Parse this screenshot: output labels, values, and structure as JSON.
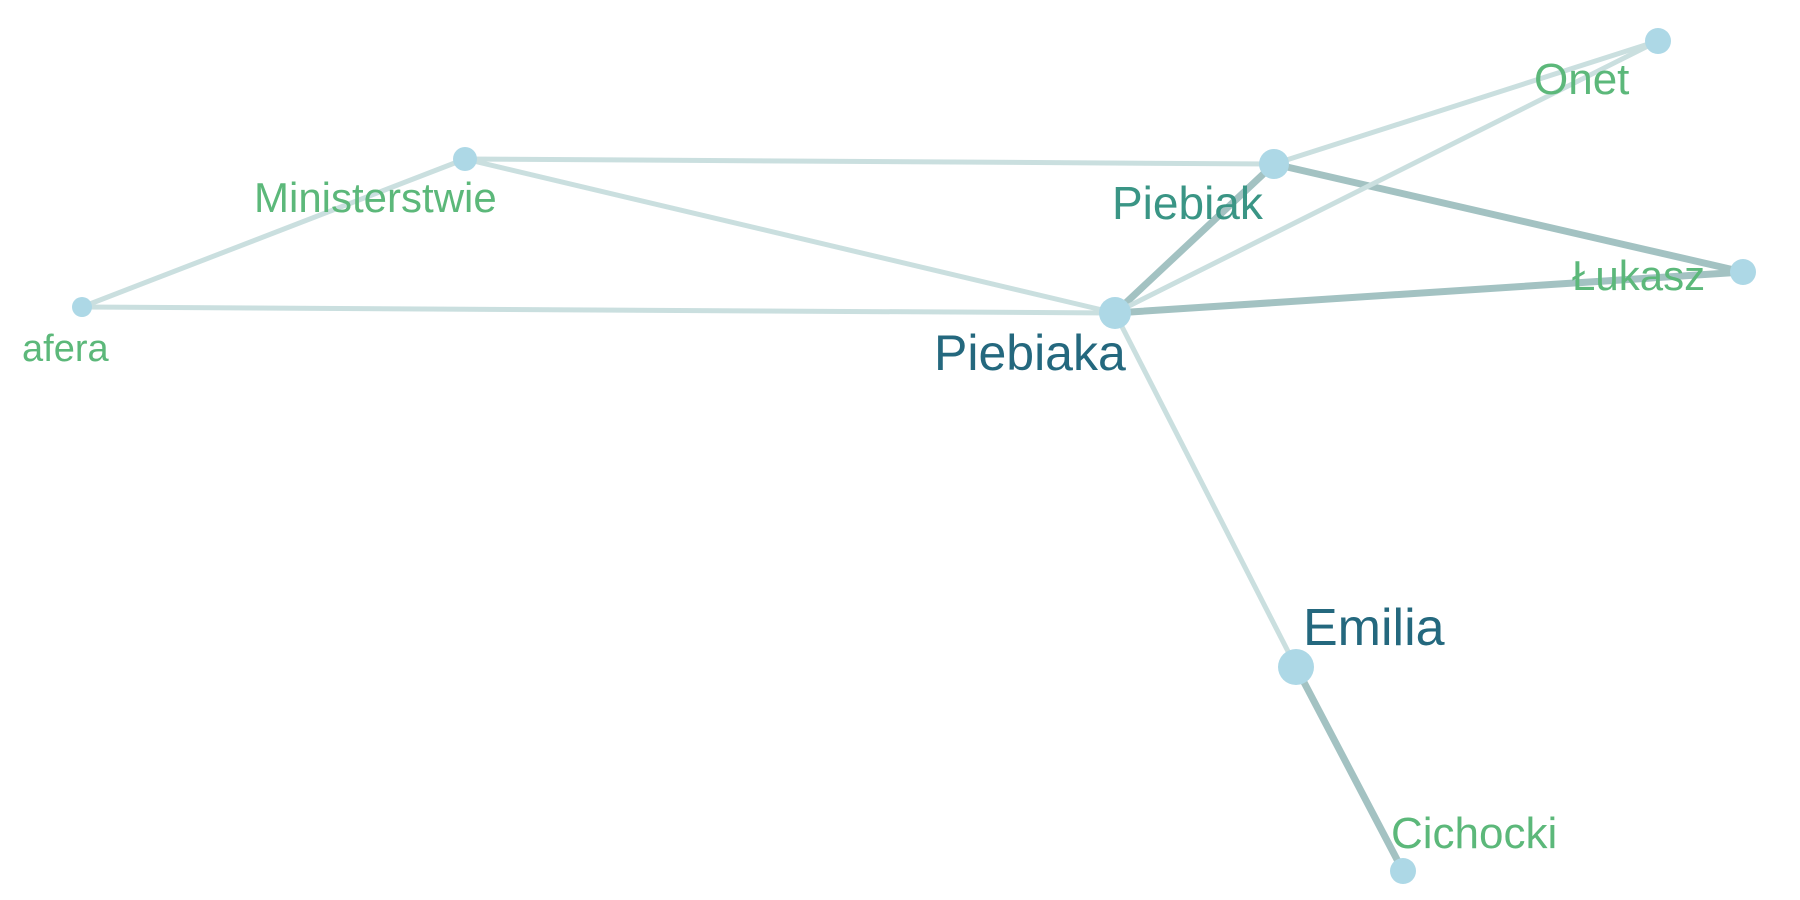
{
  "graph": {
    "nodes": [
      {
        "id": "afera",
        "label": "afera",
        "label_color": "#5cb87a",
        "degree": 2
      },
      {
        "id": "ministerstwie",
        "label": "Ministerstwie",
        "label_color": "#5cb87a",
        "degree": 3
      },
      {
        "id": "piebiak",
        "label": "Piebiak",
        "label_color": "#3a9585",
        "degree": 4
      },
      {
        "id": "piebiaka",
        "label": "Piebiaka",
        "label_color": "#24687e",
        "degree": 6
      },
      {
        "id": "onet",
        "label": "Onet",
        "label_color": "#5cb87a",
        "degree": 2
      },
      {
        "id": "lukasz",
        "label": "Łukasz",
        "label_color": "#5cb87a",
        "degree": 2
      },
      {
        "id": "emilia",
        "label": "Emilia",
        "label_color": "#24687e",
        "degree": 2
      },
      {
        "id": "cichocki",
        "label": "Cichocki",
        "label_color": "#5cb87a",
        "degree": 1
      }
    ],
    "edges": [
      {
        "source": "afera",
        "target": "ministerstwie",
        "weight": 1
      },
      {
        "source": "afera",
        "target": "piebiaka",
        "weight": 1
      },
      {
        "source": "ministerstwie",
        "target": "piebiak",
        "weight": 1
      },
      {
        "source": "ministerstwie",
        "target": "piebiaka",
        "weight": 1
      },
      {
        "source": "piebiak",
        "target": "onet",
        "weight": 1
      },
      {
        "source": "piebiak",
        "target": "lukasz",
        "weight": 2
      },
      {
        "source": "piebiak",
        "target": "piebiaka",
        "weight": 2
      },
      {
        "source": "piebiaka",
        "target": "onet",
        "weight": 1
      },
      {
        "source": "piebiaka",
        "target": "lukasz",
        "weight": 2
      },
      {
        "source": "piebiaka",
        "target": "emilia",
        "weight": 1
      },
      {
        "source": "emilia",
        "target": "cichocki",
        "weight": 2
      }
    ],
    "colors": {
      "node": "#add8e6",
      "edge_light": "#cadfdf",
      "edge_heavy": "#a3c2c2"
    }
  }
}
